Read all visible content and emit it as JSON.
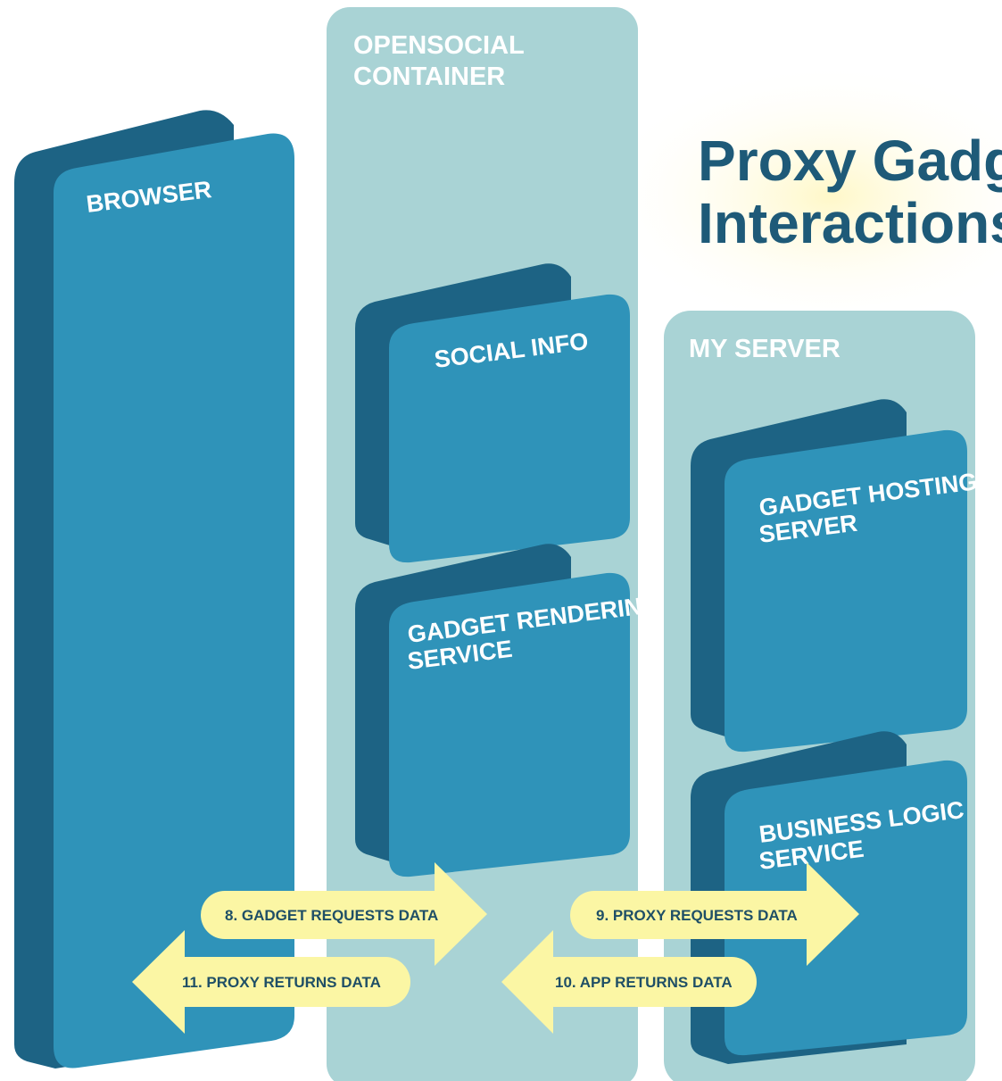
{
  "title": {
    "line1": "Proxy Gadget",
    "line2": "Interactions"
  },
  "panels": {
    "container": {
      "line1": "OPENSOCIAL",
      "line2": "CONTAINER"
    },
    "my_server": {
      "label": "MY SERVER"
    }
  },
  "boxes": {
    "browser": {
      "label": "BROWSER"
    },
    "social_info": {
      "label": "SOCIAL INFO"
    },
    "gadget_rendering": {
      "line1": "GADGET RENDERING",
      "line2": "SERVICE"
    },
    "gadget_hosting": {
      "line1": "GADGET HOSTING",
      "line2": "SERVER"
    },
    "business_logic": {
      "line1": "BUSINESS LOGIC",
      "line2": "SERVICE"
    }
  },
  "arrows": {
    "step8": "8. GADGET REQUESTS DATA",
    "step9": "9. PROXY REQUESTS DATA",
    "step10": "10. APP RETURNS DATA",
    "step11": "11. PROXY RETURNS DATA"
  },
  "colors": {
    "background": "#ffffff",
    "panel": "#a9d3d5",
    "box_front": "#2f93b9",
    "box_side": "#1d6384",
    "arrow_fill": "#fbf6a4",
    "title": "#1e5a78"
  }
}
